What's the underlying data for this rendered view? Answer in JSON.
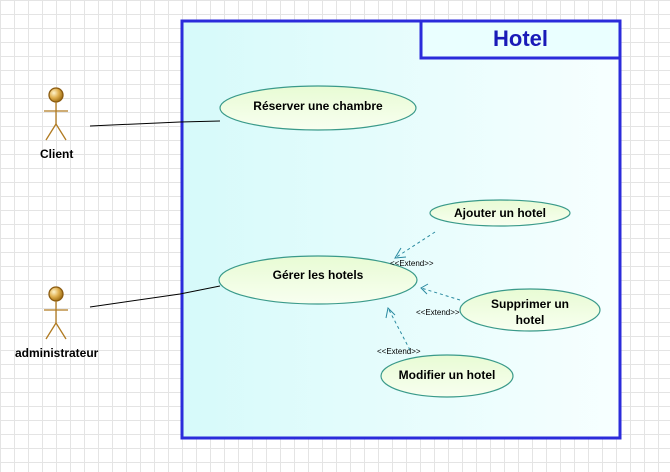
{
  "system": {
    "title": "Hotel",
    "border_color": "#2b2bdb",
    "fill_color": "#e6fbfb"
  },
  "actors": {
    "client": {
      "label": "Client"
    },
    "admin": {
      "label": "administrateur"
    }
  },
  "use_cases": {
    "reserver": {
      "label": "Réserver une chambre"
    },
    "gerer": {
      "label": "Gérer les hotels"
    },
    "ajouter": {
      "label": "Ajouter un hotel"
    },
    "supprimer": {
      "line1": "Supprimer un",
      "line2": "hotel"
    },
    "modifier": {
      "label": "Modifier un hotel"
    }
  },
  "relations": {
    "extend_ajouter": "<<Extend>>",
    "extend_supprimer": "<<Extend>>",
    "extend_modifier": "<<Extend>>"
  },
  "colors": {
    "use_case_fill": "#f0fcdc",
    "use_case_stroke": "#3a9a8a",
    "actor_head": "#d9a640",
    "extend_line": "#2a8aa0"
  }
}
